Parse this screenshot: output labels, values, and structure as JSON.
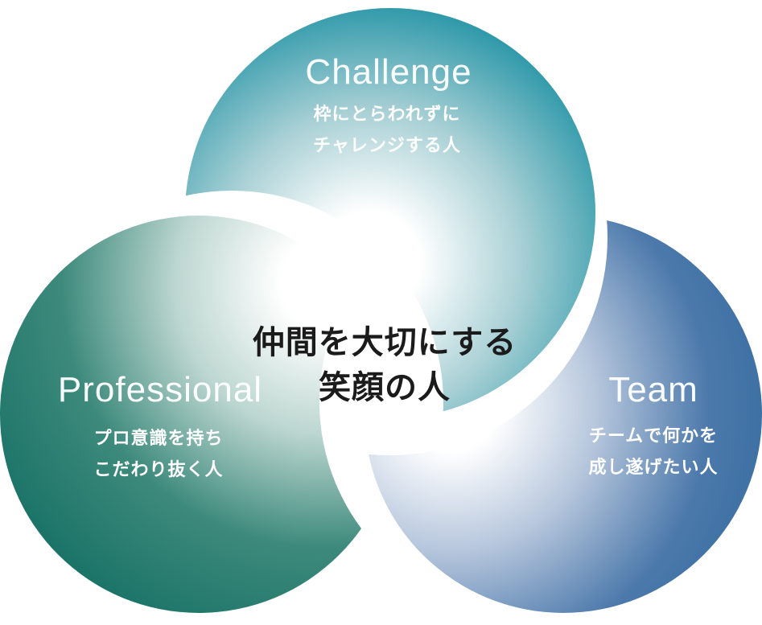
{
  "diagram": {
    "background_color": "#ffffff",
    "center_statement": {
      "lines": [
        "仲間を大切にする",
        "笑顔の人"
      ],
      "color": "#1b1b1b"
    },
    "values": [
      {
        "name": "Challenge",
        "description_lines": [
          "枠にとらわれずに",
          "チャレンジする人"
        ],
        "colors": {
          "inner": "#ffffff",
          "light": "#a8d0d5",
          "mid": "#2d98a9",
          "rim": "#15879c"
        }
      },
      {
        "name": "Professional",
        "description_lines": [
          "プロ意識を持ち",
          "こだわり抜く人"
        ],
        "colors": {
          "inner": "#ffffff",
          "light": "#bcd6d0",
          "mid": "#3d8a7c",
          "rim": "#1c7468"
        }
      },
      {
        "name": "Team",
        "description_lines": [
          "チームで何かを",
          "成し遂げたい人"
        ],
        "colors": {
          "inner": "#ffffff",
          "light": "#b7c7dd",
          "mid": "#4c79ab",
          "rim": "#2d679b"
        }
      }
    ],
    "text_colors": {
      "heading": "#ffffff",
      "description": "#ffffff"
    }
  }
}
